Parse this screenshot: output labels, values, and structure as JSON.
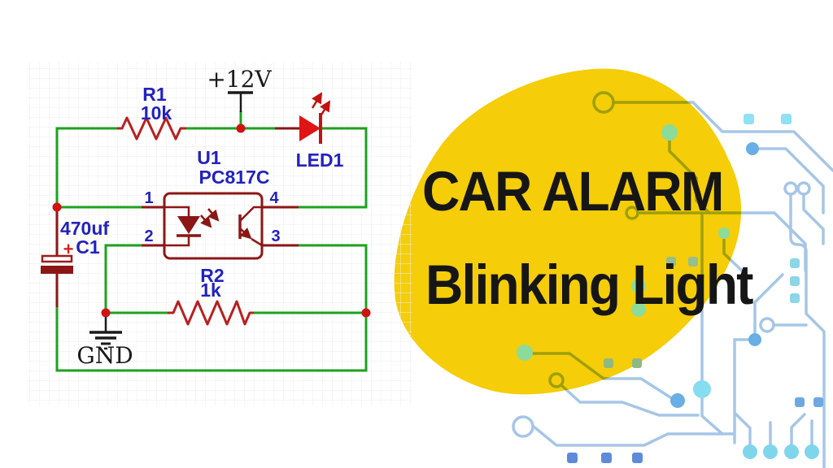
{
  "title": {
    "line1": "CAR ALARM",
    "line2": "Blinking Light"
  },
  "schematic": {
    "r1": {
      "ref": "R1",
      "value": "10k"
    },
    "r2": {
      "ref": "R2",
      "value": "1k"
    },
    "opto": {
      "ref": "U1",
      "value": "PC817C"
    },
    "led": {
      "ref": "LED1"
    },
    "cap": {
      "ref": "C1",
      "value": "470uf",
      "polarity": "+"
    },
    "power": {
      "rail": "+12V",
      "ground": "GND"
    },
    "pins": {
      "p1": "1",
      "p2": "2",
      "p3": "3",
      "p4": "4"
    }
  },
  "colors": {
    "blob_yellow": "#F5CD08",
    "wire_green": "#1FA11F",
    "component_dark_red": "#8C1616",
    "component_bright_red": "#C21212",
    "junction_red": "#D01212",
    "label_blue": "#2222BE",
    "power_text_black": "#1A1A1A",
    "trace_light_blue": "#A6C6E6",
    "pad_green": "#8BDC9B",
    "pad_cyan": "#7FD6EC",
    "pad_blue": "#5E8BD9",
    "title_text": "#161616"
  }
}
